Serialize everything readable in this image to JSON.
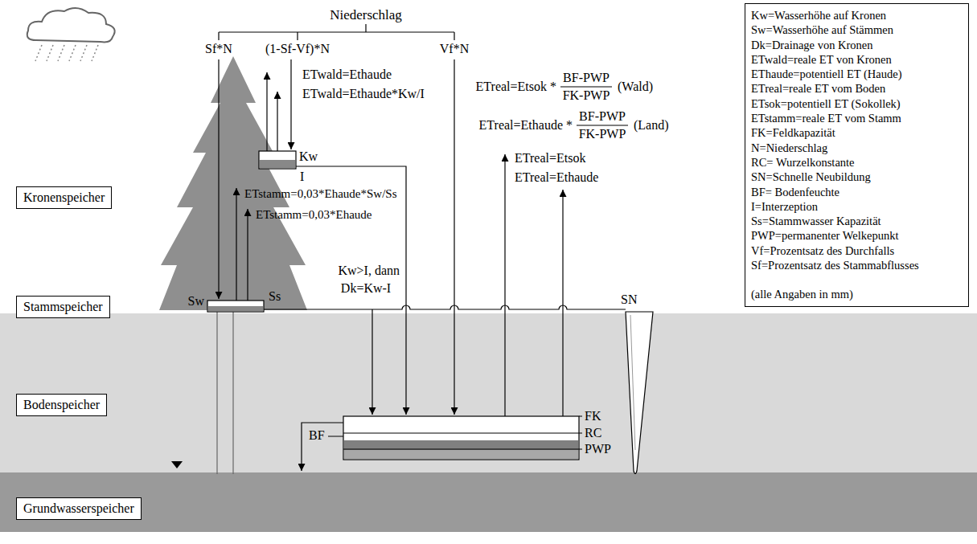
{
  "diagram": {
    "nodes": [
      {
        "text": [
          "Kronenspeicher"
        ]
      },
      {
        "text": [
          "Stammspeicher"
        ]
      },
      {
        "text": [
          "Bodenspeicher"
        ]
      },
      {
        "text": [
          "Grundwasserspeicher"
        ]
      },
      {
        "text": [
          "Kw=Wasserhöhe auf Kronen",
          "Sw=Wasserhöhe auf Stämmen",
          "Dk=Drainage von Kronen",
          "ETwald=reale ET von Kronen",
          "EThaude=potentiell ET (Haude)",
          "ETreal=reale ET vom Boden",
          "ETsok=potentiell ET (Sokollek)",
          "ETstamm=reale ET vom Stamm",
          "FK=Feldkapazität",
          "N=Niederschlag",
          "RC= Wurzelkonstante",
          "SN=Schnelle Neubildung",
          "BF= Bodenfeuchte",
          "I=Interzeption",
          "Ss=Stammwasser Kapazität",
          "PWP=permanenter Welkepunkt",
          "Vf=Prozentsatz des Durchfalls",
          "Sf=Prozentsatz des Stammabflusses",
          "(alle Angaben in mm)"
        ]
      }
    ],
    "labels": [
      "Niederschlag",
      "Sf*N",
      "(1-Sf-Vf)*N",
      "Vf*N",
      "ETwald=Ethaude",
      "ETwald=Ethaude*Kw/I",
      "Kw",
      "I",
      "ETstamm=0,03*Ehaude*Sw/Ss",
      "ETstamm=0,03*Ehaude",
      "Sw",
      "Ss",
      "Kw>I, dann",
      "Dk=Kw-I",
      "ETreal=Etsok *",
      "BF-PWP",
      "FK-PWP",
      "(Wald)",
      "ETreal=Ethaude *",
      "BF-PWP",
      "FK-PWP",
      "(Land)",
      "ETreal=Etsok",
      "ETreal=Ethaude",
      "SN",
      "FK",
      "RC",
      "PWP",
      "BF"
    ]
  }
}
